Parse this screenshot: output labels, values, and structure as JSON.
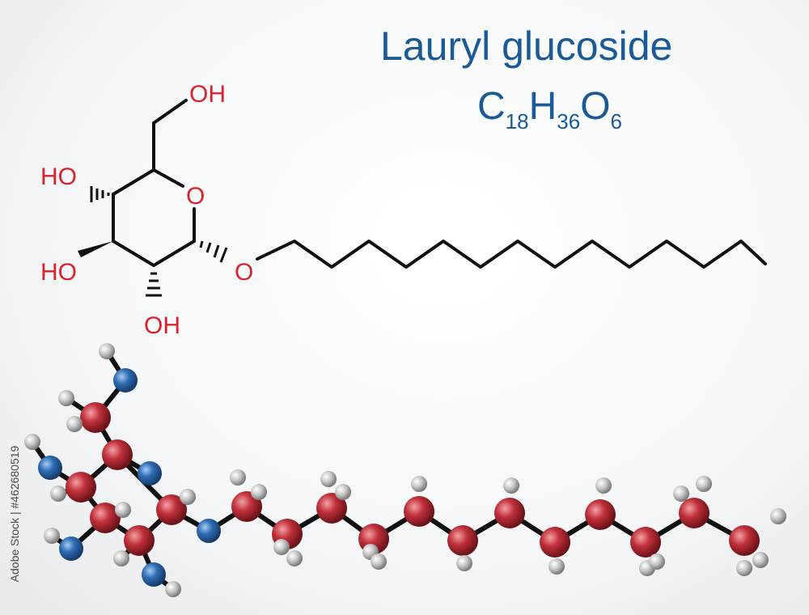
{
  "title": "Lauryl glucoside",
  "formula": {
    "c": "C",
    "c_n": "18",
    "h": "H",
    "h_n": "36",
    "o": "O",
    "o_n": "6"
  },
  "labels": {
    "oh_top": "OH",
    "ho_left_upper": "HO",
    "ho_left_lower": "HO",
    "oh_bottom": "OH",
    "ring_o": "O",
    "chain_o": "O"
  },
  "watermark": "Adobe Stock | #462680519",
  "colors": {
    "title": "#1a5a96",
    "oxygen_label": "#d8232a",
    "carbon_atom": "#c0303a",
    "oxygen_atom": "#2d6db5",
    "hydrogen_atom": "#c8c8c8",
    "bond": "#111111"
  }
}
